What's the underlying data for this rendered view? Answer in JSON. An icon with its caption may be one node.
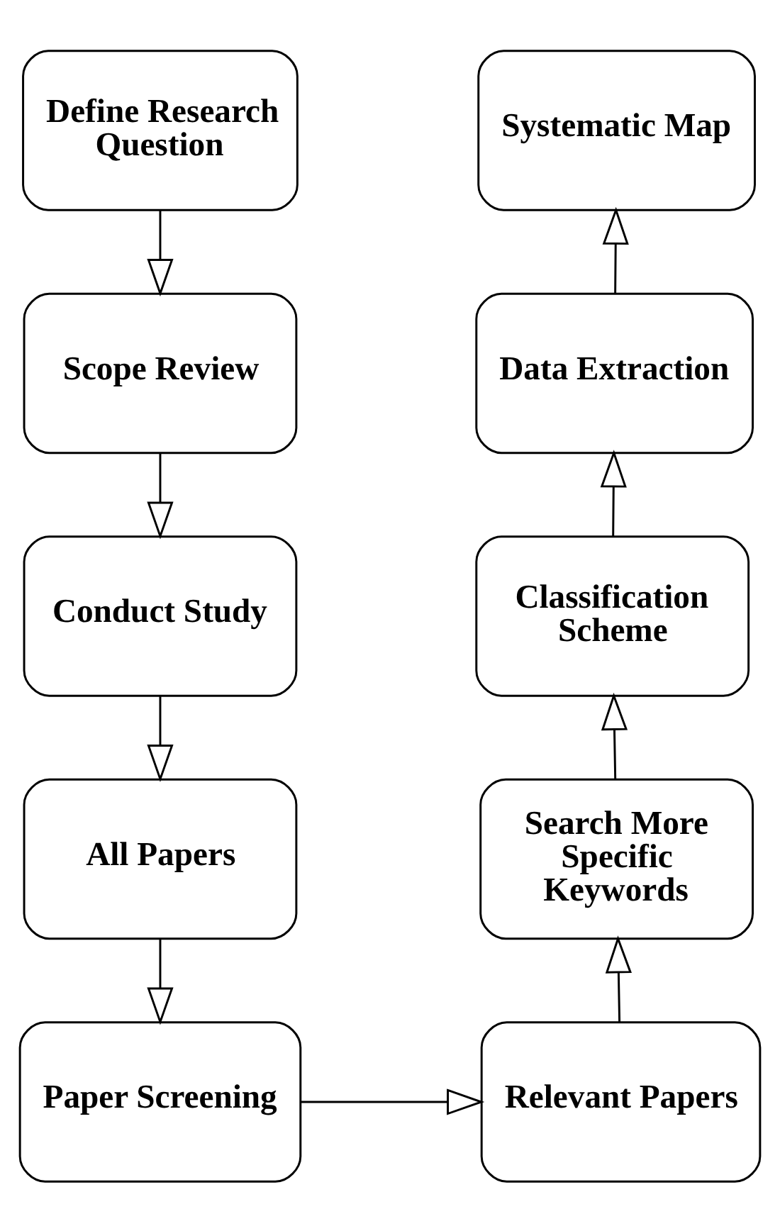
{
  "diagram": {
    "nodes": [
      {
        "text": [
          "Define Research Question"
        ]
      },
      {
        "text": [
          "Scope Review"
        ]
      },
      {
        "text": [
          "Conduct Study"
        ]
      },
      {
        "text": [
          "All Papers"
        ]
      },
      {
        "text": [
          "Paper Screening"
        ]
      },
      {
        "text": [
          "Relevant Papers"
        ]
      },
      {
        "text": [
          "Search More Specific Keywords"
        ]
      },
      {
        "text": [
          "Classification Scheme"
        ]
      },
      {
        "text": [
          "Data Extraction"
        ]
      },
      {
        "text": [
          "Systematic Map"
        ]
      }
    ],
    "edges": [
      {
        "from": 0,
        "to": 1,
        "arrow": "to"
      },
      {
        "from": 1,
        "to": 2,
        "arrow": "to"
      },
      {
        "from": 2,
        "to": 3,
        "arrow": "to"
      },
      {
        "from": 3,
        "to": 4,
        "arrow": "to"
      },
      {
        "from": 4,
        "to": 5,
        "arrow": "to"
      },
      {
        "from": 5,
        "to": 6,
        "arrow": "to"
      },
      {
        "from": 6,
        "to": 7,
        "arrow": "to"
      },
      {
        "from": 7,
        "to": 8,
        "arrow": "to"
      },
      {
        "from": 8,
        "to": 9,
        "arrow": "to"
      }
    ]
  }
}
